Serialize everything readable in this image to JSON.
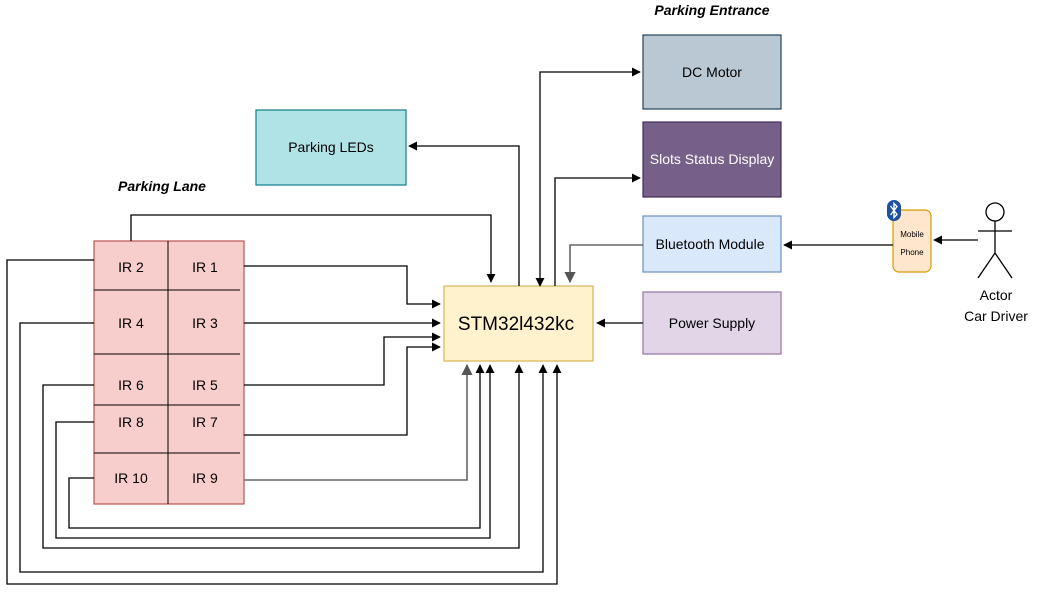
{
  "titles": {
    "parking_entrance": "Parking Entrance",
    "parking_lane": "Parking Lane"
  },
  "blocks": {
    "controller": "STM32l432kc",
    "dc_motor": "DC Motor",
    "slots_display": "Slots Status Display",
    "bluetooth": "Bluetooth Module",
    "power": "Power Supply",
    "leds": "Parking LEDs"
  },
  "phone": {
    "line1": "Mobile",
    "line2": "Phone"
  },
  "actor": {
    "line1": "Actor",
    "line2": "Car Driver"
  },
  "sensors": [
    "IR 2",
    "IR 1",
    "IR 4",
    "IR 3",
    "IR 6",
    "IR 5",
    "IR 8",
    "IR 7",
    "IR 10",
    "IR 9"
  ],
  "icons": {
    "bluetooth": "bluetooth-icon",
    "actor": "stick-figure-icon"
  },
  "colors": {
    "controller_fill": "#fff2cc",
    "controller_stroke": "#d6b656",
    "dc_motor_fill": "#bac8d3",
    "dc_motor_stroke": "#23445d",
    "display_fill": "#76608a",
    "display_stroke": "#432d57",
    "bluetooth_fill": "#dae8fc",
    "bluetooth_stroke": "#6c8ebf",
    "power_fill": "#e1d5e7",
    "power_stroke": "#9673a6",
    "leds_fill": "#b0e3e6",
    "leds_stroke": "#0e8088",
    "lane_fill": "#f8cecc",
    "lane_stroke": "#b85450",
    "phone_fill": "#ffe6cc",
    "phone_stroke": "#d79b00"
  }
}
